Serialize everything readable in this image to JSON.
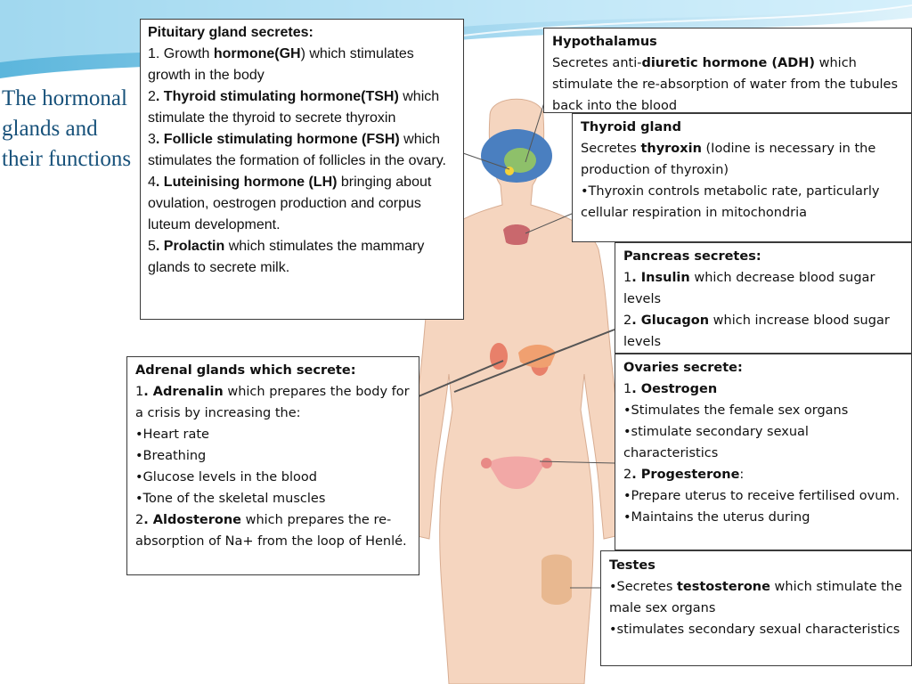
{
  "title": "The hormonal glands and their functions",
  "pituitary": {
    "heading": "Pituitary gland secretes:",
    "i1_num": "1. Growth ",
    "i1_bold": "hormone(GH",
    "i1_rest": ") which stimulates growth in the body",
    "i2_num": "2",
    "i2_bold": ". Thyroid stimulating hormone(TSH)",
    "i2_rest": " which stimulate the thyroid to secrete thyroxin",
    "i3_num": "3",
    "i3_bold": ". Follicle stimulating hormone (FSH)",
    "i3_rest": " which stimulates the formation of follicles in the ovary.",
    "i4_num": "4",
    "i4_bold": ". Luteinising hormone (LH)",
    "i4_rest": " bringing about ovulation, oestrogen production and corpus luteum development.",
    "i5_num": "5",
    "i5_bold": ". Prolactin",
    "i5_rest": " which stimulates the mammary glands to secrete milk."
  },
  "hypothalamus": {
    "heading": "Hypothalamus",
    "pre": "Secretes anti-",
    "bold": "diuretic hormone (ADH)",
    "rest": " which stimulate the re-absorption of water from the tubules back into the blood"
  },
  "thyroid": {
    "heading": "Thyroid gland",
    "pre": "Secretes ",
    "bold": "thyroxin",
    "rest": " (Iodine is necessary in the production of thyroxin)",
    "bullet": "•Thyroxin controls metabolic rate, particularly cellular respiration in mitochondria"
  },
  "pancreas": {
    "heading": "Pancreas secretes:",
    "i1_num": "1",
    "i1_bold": ". Insulin",
    "i1_rest": " which decrease blood sugar levels",
    "i2_num": "2",
    "i2_bold": ". Glucagon",
    "i2_rest": " which increase blood sugar levels"
  },
  "ovaries": {
    "heading": "Ovaries secrete:",
    "i1_num": "1",
    "i1_bold": ". Oestrogen",
    "b1": "•Stimulates the female sex organs",
    "b2": "•stimulate secondary sexual characteristics",
    "i2_num": "2",
    "i2_bold": ". Progesterone",
    "i2_rest": ":",
    "b3": "•Prepare uterus to receive fertilised ovum.",
    "b4": "•Maintains the uterus during"
  },
  "testes": {
    "heading": "Testes",
    "pre": "•Secretes ",
    "bold": "testosterone",
    "rest": " which stimulate the male sex organs",
    "b2": "•stimulates secondary sexual characteristics"
  },
  "adrenal": {
    "heading": "Adrenal glands which secrete:",
    "i1_num": "1",
    "i1_bold": ". Adrenalin",
    "i1_rest": " which prepares the body for a crisis by increasing the:",
    "b1": "•Heart rate",
    "b2": "•Breathing",
    "b3": "•Glucose levels in the blood",
    "b4": "•Tone of the skeletal muscles",
    "i2_num": "2",
    "i2_bold": ". Aldosterone",
    "i2_rest": " which prepares the re-absorption of Na+ from the loop of Henlé."
  },
  "colors": {
    "title": "#17517a",
    "skin": "#f5d5bf",
    "brain": "#4a7fc0",
    "organ": "#e8806a"
  }
}
